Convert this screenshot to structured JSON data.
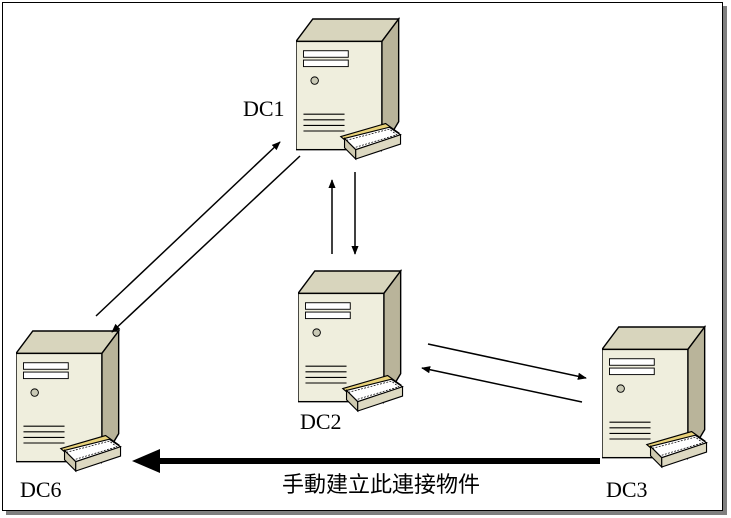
{
  "servers": {
    "dc1": {
      "label": "DC1"
    },
    "dc2": {
      "label": "DC2"
    },
    "dc3": {
      "label": "DC3"
    },
    "dc6": {
      "label": "DC6"
    }
  },
  "manual_connection": {
    "label": "手動建立此連接物件"
  },
  "colors": {
    "tower_front": "#efeedd",
    "tower_side": "#b9b49a",
    "tower_top": "#d8d5bd",
    "drive_slot": "#e8d27a",
    "outline": "#000000"
  }
}
